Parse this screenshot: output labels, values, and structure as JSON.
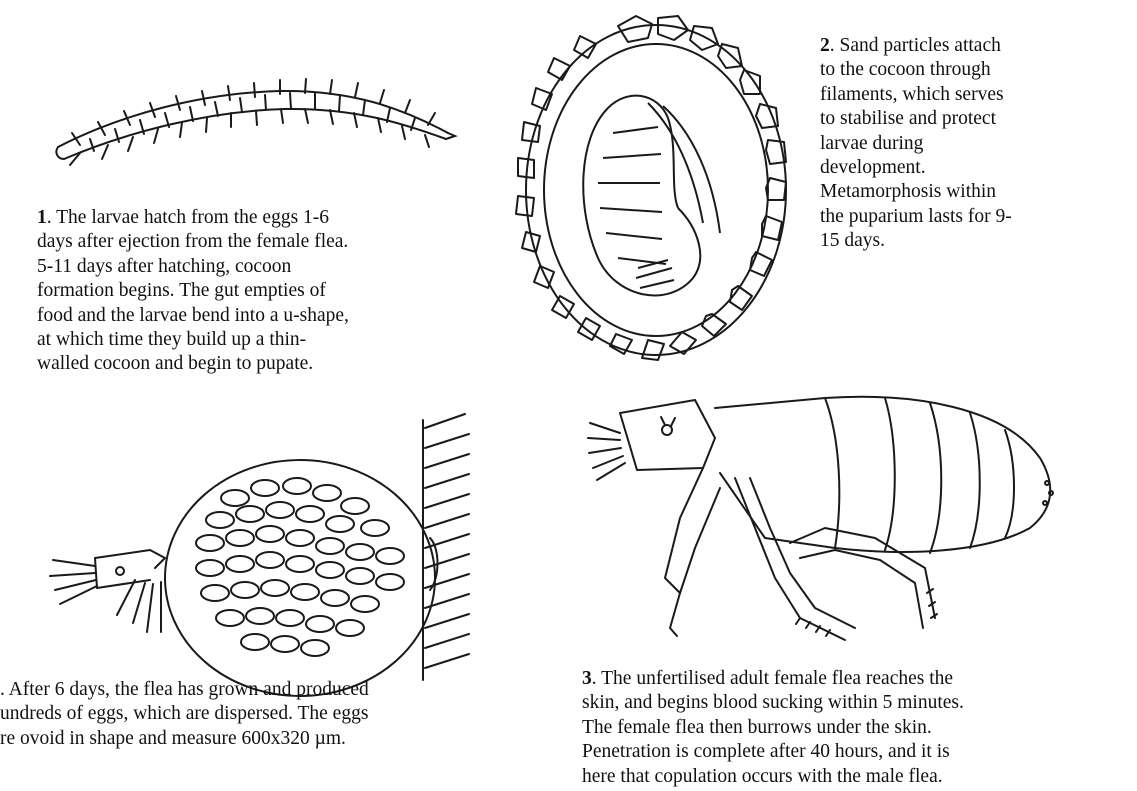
{
  "captions": {
    "stage1": {
      "number": "1",
      "lines": [
        ". The larvae hatch from the eggs 1-6",
        "days after ejection from the female flea.",
        "5-11 days after hatching, cocoon",
        "formation begins. The gut empties of",
        "food and the larvae bend into a u-shape,",
        "at which time they build up a thin-",
        "walled cocoon and begin to pupate."
      ]
    },
    "stage2": {
      "number": "2",
      "lines": [
        ". Sand particles attach",
        "to the cocoon through",
        "filaments, which serves",
        "to stabilise and protect",
        "larvae during",
        "development.",
        "Metamorphosis within",
        "the puparium lasts for 9-",
        "15 days."
      ]
    },
    "stage3": {
      "number": "3",
      "lines": [
        ". The unfertilised adult female flea reaches the",
        "skin, and begins blood sucking within 5 minutes.",
        "The female flea then burrows under the skin.",
        "Penetration is complete after 40 hours, and it is",
        "here that copulation occurs with the male flea."
      ]
    },
    "stage4": {
      "lines": [
        ". After 6 days, the flea has grown and produced",
        "undreds of eggs, which are dispersed. The eggs",
        "re ovoid in shape and measure 600x320 µm."
      ]
    }
  },
  "figures": {
    "stroke_color": "#1a1a1a"
  }
}
